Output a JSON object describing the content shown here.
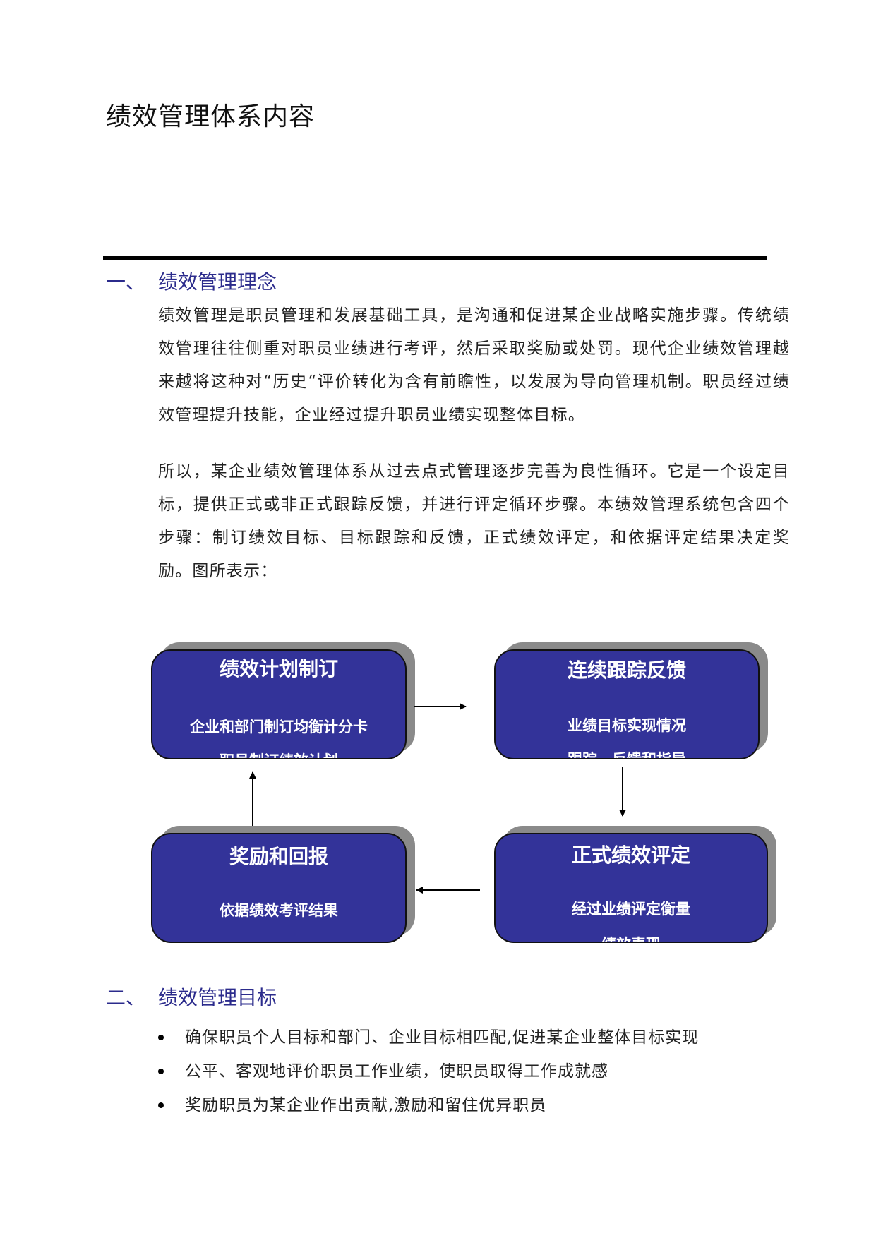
{
  "document": {
    "title": "绩效管理体系内容"
  },
  "section1": {
    "number": "一、",
    "heading": "绩效管理理念",
    "paragraphs": [
      "绩效管理是职员管理和发展基础工具，是沟通和促进某企业战略实施步骤。传统绩效管理往往侧重对职员业绩进行考评，然后采取奖励或处罚。现代企业绩效管理越来越将这种对“历史“评价转化为含有前瞻性，以发展为导向管理机制。职员经过绩效管理提升技能，企业经过提升职员业绩实现整体目标。",
      "所以，某企业绩效管理体系从过去点式管理逐步完善为良性循环。它是一个设定目标，提供正式或非正式跟踪反馈，并进行评定循环步骤。本绩效管理系统包含四个步骤：制订绩效目标、目标跟踪和反馈，正式绩效评定，和依据评定结果决定奖励。图所表示："
    ]
  },
  "diagram": {
    "box_color": "#333399",
    "shadow_color": "#8a8a8a",
    "boxes": [
      {
        "title": "绩效计划制订",
        "lines": [
          "企业和部门制订均衡计分卡",
          "职员制订绩效计划"
        ]
      },
      {
        "title": "连续跟踪反馈",
        "lines": [
          "业绩目标实现情况",
          "跟踪，反馈和指导"
        ]
      },
      {
        "title": "正式绩效评定",
        "lines": [
          "经过业绩评定衡量",
          "绩效表现"
        ]
      },
      {
        "title": "奖励和回报",
        "lines": [
          "依据绩效考评结果"
        ]
      }
    ]
  },
  "section2": {
    "number": "二、",
    "heading": "绩效管理目标",
    "bullets": [
      "确保职员个人目标和部门、企业目标相匹配,促进某企业整体目标实现",
      "公平、客观地评价职员工作业绩，使职员取得工作成就感",
      "奖励职员为某企业作出贡献,激励和留住优异职员"
    ]
  }
}
